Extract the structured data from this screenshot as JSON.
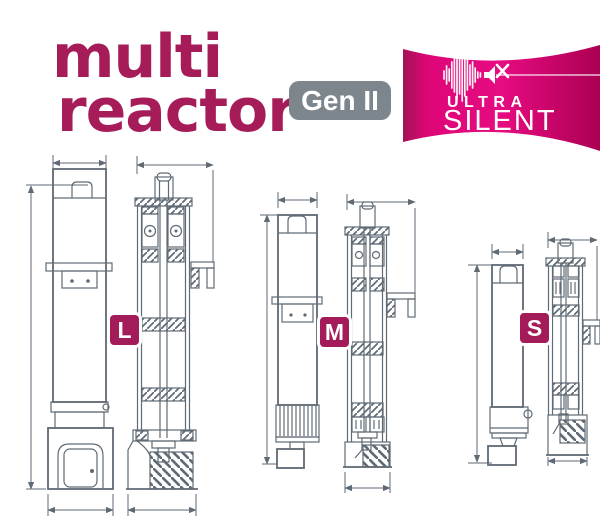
{
  "header": {
    "logo_line1": "multi",
    "logo_line2": "reactor",
    "gen_badge": "Gen II",
    "ultra_badge": {
      "line1": "ULTRA",
      "line2": "SILENT"
    }
  },
  "sizes": [
    {
      "label": "L"
    },
    {
      "label": "M"
    },
    {
      "label": "S"
    }
  ],
  "icons": {
    "ultra_badge_icon": "sound-wave-muted-speaker-icon"
  },
  "colors": {
    "brand_magenta": "#a61c59",
    "size_badge_magenta": "#a31b58",
    "ribbon_pink": "#e60b81",
    "gen_badge_gray": "#7d868c",
    "drawing_line": "#5f6a74",
    "background": "#ffffff"
  }
}
